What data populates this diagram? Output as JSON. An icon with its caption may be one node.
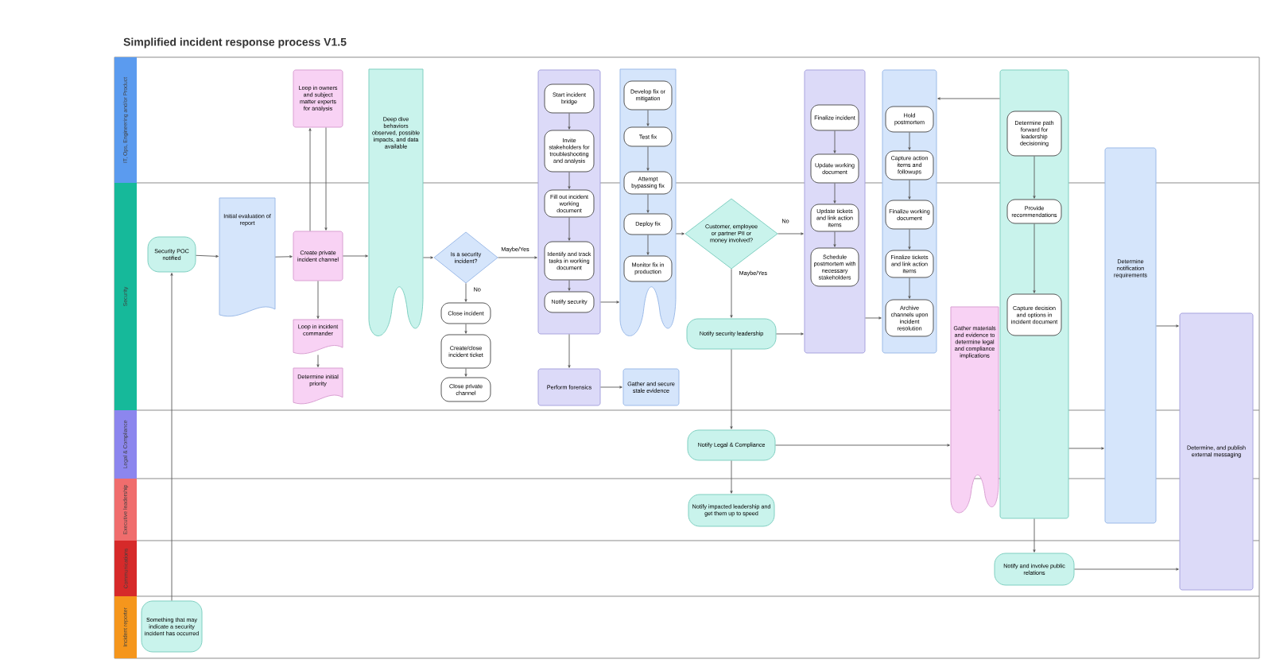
{
  "diagram": {
    "title": "Simplified incident response process V1.5",
    "nodes": [
      {
        "text": [
          "IT, Ops, Engineering and/or Product"
        ]
      },
      {
        "text": [
          "Security"
        ]
      },
      {
        "text": [
          "Legal & Compliance"
        ]
      },
      {
        "text": [
          "Executive leadership"
        ]
      },
      {
        "text": [
          "Communications"
        ]
      },
      {
        "text": [
          "Incident reporter"
        ]
      },
      {
        "text": [
          "Something that may indicate a security incident has occurred"
        ]
      },
      {
        "text": [
          "Security POC notified"
        ]
      },
      {
        "text": [
          "Initial evaluation of report"
        ]
      },
      {
        "text": [
          "Create private incident channel"
        ]
      },
      {
        "text": [
          "Loop in owners and subject matter experts for analysis"
        ]
      },
      {
        "text": [
          "Loop in incident commander"
        ]
      },
      {
        "text": [
          "Determine initial priority"
        ]
      },
      {
        "text": [
          "Deep dive behaviors observed, possible impacts, and data available"
        ]
      },
      {
        "text": [
          "Is a security incident?"
        ]
      },
      {
        "text": [
          "Close incident"
        ]
      },
      {
        "text": [
          "Create/close incident ticket"
        ]
      },
      {
        "text": [
          "Close private channel"
        ]
      },
      {
        "text": [],
        "shape": "box"
      },
      {
        "text": [
          "Start incident bridge"
        ],
        "in": 18
      },
      {
        "text": [
          "Invite stakeholders for troubleshooting and analysis"
        ],
        "in": 18
      },
      {
        "text": [
          "Fill out incident working document"
        ],
        "in": 18
      },
      {
        "text": [
          "Identify and track tasks in working document"
        ],
        "in": 18
      },
      {
        "text": [
          "Notify security"
        ],
        "in": 18
      },
      {
        "text": [],
        "shape": "box"
      },
      {
        "text": [
          "Develop fix or mitigation"
        ],
        "in": 24
      },
      {
        "text": [
          "Test fix"
        ],
        "in": 24
      },
      {
        "text": [
          "Attempt bypassing fix"
        ],
        "in": 24
      },
      {
        "text": [
          "Deploy fix"
        ],
        "in": 24
      },
      {
        "text": [
          "Monitor fix in production"
        ],
        "in": 24
      },
      {
        "text": [
          "Perform forensics"
        ]
      },
      {
        "text": [
          "Gather and secure stale evidence"
        ]
      },
      {
        "text": [
          "Customer, employee or partner PII or money involved?"
        ]
      },
      {
        "text": [
          "Notify security leadership"
        ]
      },
      {
        "text": [
          "Notify Legal & Compliance"
        ]
      },
      {
        "text": [
          "Notify impacted leadership and get them up to speed"
        ]
      },
      {
        "text": [],
        "shape": "box"
      },
      {
        "text": [
          "Finalize incident"
        ],
        "in": 36
      },
      {
        "text": [
          "Update working document"
        ],
        "in": 36
      },
      {
        "text": [
          "Update tickets and link action items"
        ],
        "in": 36
      },
      {
        "text": [
          "Schedule postmortem with necessary stakeholders"
        ],
        "in": 36
      },
      {
        "text": [],
        "shape": "box"
      },
      {
        "text": [
          "Hold postmortem"
        ],
        "in": 41
      },
      {
        "text": [
          "Capture action items and followups"
        ],
        "in": 41
      },
      {
        "text": [
          "Finalize working document"
        ],
        "in": 41
      },
      {
        "text": [
          "Finalize tickets and link action items"
        ],
        "in": 41
      },
      {
        "text": [
          "Archive channels upon incident resolution"
        ],
        "in": 41
      },
      {
        "text": [],
        "shape": "box"
      },
      {
        "text": [
          "Determine path forward for leadership decisioning"
        ],
        "in": 47
      },
      {
        "text": [
          "Provide recommendations"
        ],
        "in": 47
      },
      {
        "text": [
          "Capture decision and options in incident document"
        ],
        "in": 47
      },
      {
        "text": [
          "Gather materials and evidence to determine legal and compliance implications"
        ]
      },
      {
        "text": [
          "Notify and involve public relations"
        ]
      },
      {
        "text": [
          "Determine notification requirements"
        ]
      },
      {
        "text": [
          "Determine, and publish external messaging"
        ]
      }
    ],
    "edges": [
      {
        "from": 6,
        "to": 7,
        "arrow": "to"
      },
      {
        "from": 7,
        "to": 8,
        "arrow": "to"
      },
      {
        "from": 8,
        "to": 9,
        "arrow": "to"
      },
      {
        "from": 9,
        "to": 10,
        "arrow": "to"
      },
      {
        "from": 10,
        "to": 9,
        "arrow": "to"
      },
      {
        "from": 9,
        "to": 11,
        "arrow": "to"
      },
      {
        "from": 11,
        "to": 12,
        "arrow": "to"
      },
      {
        "from": 9,
        "to": 13,
        "arrow": "to"
      },
      {
        "from": 13,
        "to": 14,
        "arrow": "to"
      },
      {
        "from": 14,
        "to": 15,
        "arrow": "to",
        "label": "No"
      },
      {
        "from": 15,
        "to": 16,
        "arrow": "to"
      },
      {
        "from": 16,
        "to": 17,
        "arrow": "to"
      },
      {
        "from": 14,
        "to": 18,
        "arrow": "to",
        "label": "Maybe/Yes"
      },
      {
        "from": 18,
        "to": 24,
        "arrow": "to"
      },
      {
        "from": 19,
        "to": 20,
        "arrow": "to"
      },
      {
        "from": 20,
        "to": 21,
        "arrow": "to"
      },
      {
        "from": 21,
        "to": 22,
        "arrow": "to"
      },
      {
        "from": 22,
        "to": 23,
        "arrow": "to"
      },
      {
        "from": 25,
        "to": 26,
        "arrow": "to"
      },
      {
        "from": 26,
        "to": 27,
        "arrow": "to"
      },
      {
        "from": 27,
        "to": 28,
        "arrow": "to"
      },
      {
        "from": 28,
        "to": 29,
        "arrow": "to"
      },
      {
        "from": 18,
        "to": 30,
        "arrow": "to"
      },
      {
        "from": 30,
        "to": 31,
        "arrow": "to"
      },
      {
        "from": 24,
        "to": 32,
        "arrow": "to"
      },
      {
        "from": 32,
        "to": 36,
        "arrow": "to",
        "label": "No"
      },
      {
        "from": 32,
        "to": 33,
        "arrow": "to",
        "label": "Maybe/Yes"
      },
      {
        "from": 33,
        "to": 36,
        "arrow": "to"
      },
      {
        "from": 33,
        "to": 34,
        "arrow": "to"
      },
      {
        "from": 34,
        "to": 35,
        "arrow": "to"
      },
      {
        "from": 34,
        "to": 51,
        "arrow": "to"
      },
      {
        "from": 37,
        "to": 38,
        "arrow": "to"
      },
      {
        "from": 38,
        "to": 39,
        "arrow": "to"
      },
      {
        "from": 39,
        "to": 40,
        "arrow": "to"
      },
      {
        "from": 36,
        "to": 41,
        "arrow": "to"
      },
      {
        "from": 42,
        "to": 43,
        "arrow": "to"
      },
      {
        "from": 43,
        "to": 44,
        "arrow": "to"
      },
      {
        "from": 44,
        "to": 45,
        "arrow": "to"
      },
      {
        "from": 45,
        "to": 46,
        "arrow": "to"
      },
      {
        "from": 47,
        "to": 41,
        "arrow": "to"
      },
      {
        "from": 48,
        "to": 49,
        "arrow": "to"
      },
      {
        "from": 49,
        "to": 50,
        "arrow": "to"
      },
      {
        "from": 47,
        "to": 53,
        "arrow": "to"
      },
      {
        "from": 47,
        "to": 52,
        "arrow": "to"
      },
      {
        "from": 52,
        "to": 54,
        "arrow": "to"
      },
      {
        "from": 53,
        "to": 54,
        "arrow": "to"
      }
    ]
  }
}
